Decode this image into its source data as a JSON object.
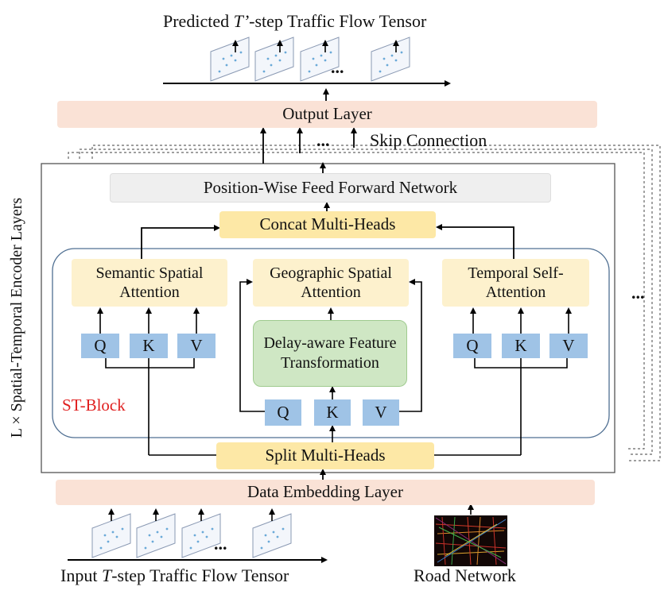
{
  "top_caption_prefix": "Predicted ",
  "top_caption_var": "T’",
  "top_caption_suffix": "-step Traffic Flow Tensor",
  "bottom_caption_prefix": "Input ",
  "bottom_caption_var": "T",
  "bottom_caption_suffix": "-step Traffic Flow Tensor",
  "road_network_label": "Road Network",
  "ellipsis": "...",
  "skip_connection_label": "Skip Connection",
  "output_layer": "Output Layer",
  "ffn": "Position-Wise Feed Forward Network",
  "concat": "Concat Multi-Heads",
  "semantic": "Semantic Spatial Attention",
  "geographic": "Geographic Spatial Attention",
  "temporal": "Temporal Self-Attention",
  "delay": "Delay-aware Feature Transformation",
  "q": "Q",
  "k": "K",
  "v": "V",
  "st_block": "ST-Block",
  "split": "Split Multi-Heads",
  "embedding": "Data Embedding Layer",
  "encoder_label": "L × Spatial-Temporal Encoder Layers"
}
